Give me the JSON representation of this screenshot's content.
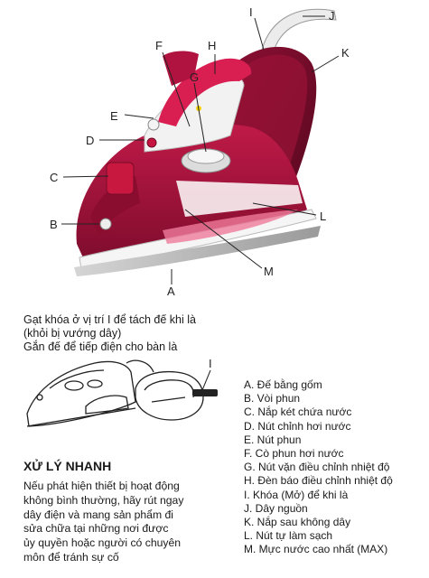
{
  "callouts": {
    "I": "I",
    "J": "J",
    "F": "F",
    "H": "H",
    "K": "K",
    "G": "G",
    "E": "E",
    "D": "D",
    "C": "C",
    "B": "B",
    "L": "L",
    "M": "M",
    "A": "A"
  },
  "instructions": [
    "Gạt khóa ở vị trí I để tách đế khi là",
    "(khỏi bị vướng dây)",
    "Gắn đế để tiếp điện cho bàn là"
  ],
  "small_figure_label": "I",
  "parts": [
    "A.  Đế bằng gốm",
    "B.  Vòi phun",
    "C.  Nắp két chứa nước",
    "D.  Nút chỉnh hơi nước",
    "E.  Nút phun",
    "F.  Cò phun hơi nước",
    "G.  Nút vặn  điều chỉnh nhiệt độ",
    "H.  Đèn báo điều chỉnh nhiệt độ",
    "I.   Khóa (Mở) để khi là",
    "J.  Dây nguồn",
    "K.  Nắp sau không dây",
    "L.  Nút tự làm sạch",
    "M. Mực nước cao nhất (MAX)"
  ],
  "quick": {
    "title": "XỬ LÝ NHANH",
    "lines": [
      "Nếu phát hiện thiết bị hoạt động",
      "không bình thường, hãy rút ngay",
      "dây điện và mang sản phẩm đi",
      "sửa chữa tại những nơi được",
      "ủy quyền hoặc người có chuyên",
      "môn để tránh sự cố"
    ]
  },
  "colors": {
    "body": "#a3123a",
    "dark": "#6e0b28",
    "light": "#e0668a",
    "white": "#f3f3f3"
  }
}
